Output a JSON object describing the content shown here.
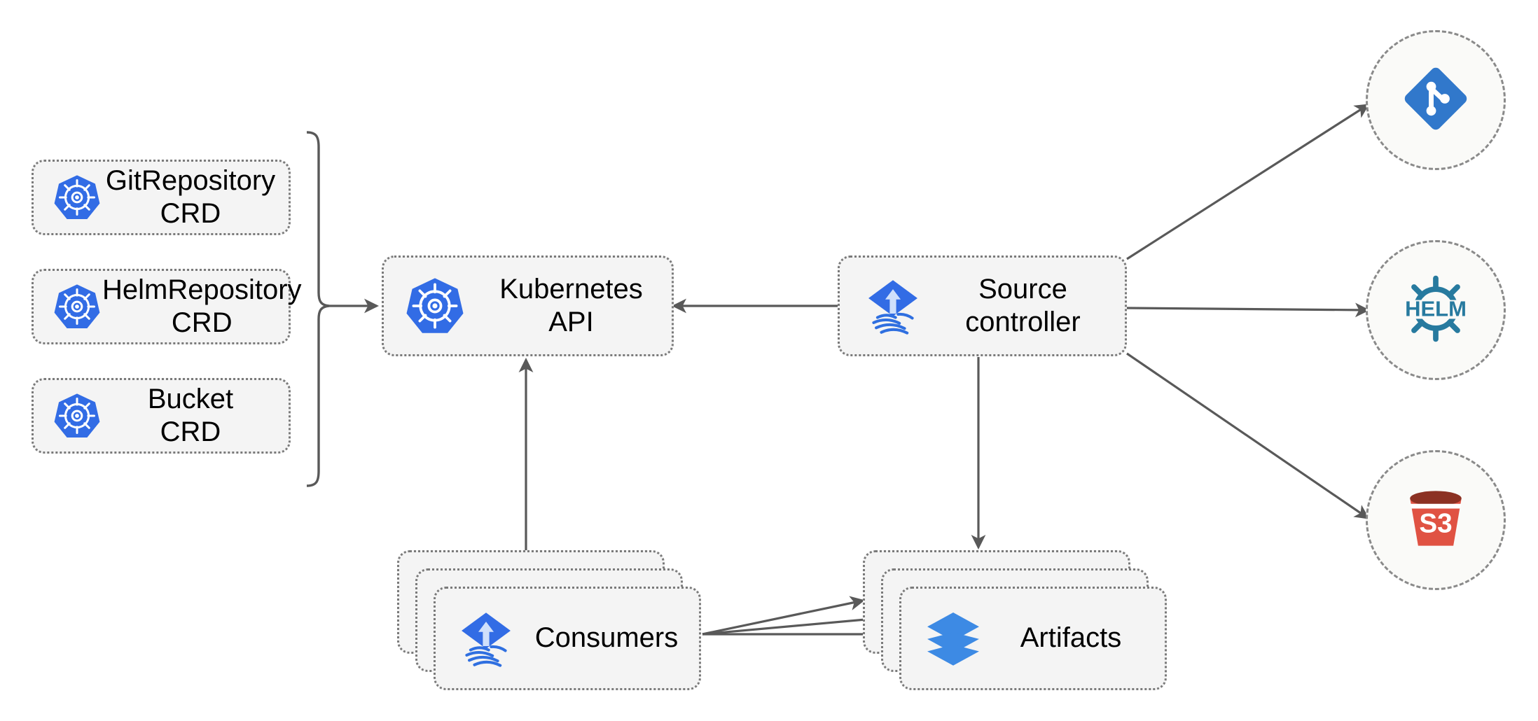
{
  "diagram": {
    "title": "Flux Source Controller architecture",
    "background_color": "#ffffff",
    "node_fill": "#f4f4f4",
    "node_border_color": "#7a7a7a",
    "edge_color": "#595959",
    "kubernetes_blue": "#326ce5",
    "flux_blue": "#326ce5",
    "artifact_blue": "#3d8ae4",
    "helm_teal": "#277a9f",
    "s3_red": "#e05243",
    "s3_dark": "#8c3123"
  },
  "crds": [
    {
      "id": "gitrepository",
      "label": "GitRepository\nCRD",
      "icon": "kubernetes-icon"
    },
    {
      "id": "helmrepository",
      "label": "HelmRepository\nCRD",
      "icon": "kubernetes-icon"
    },
    {
      "id": "bucket",
      "label": "Bucket\nCRD",
      "icon": "kubernetes-icon"
    }
  ],
  "nodes": {
    "kubernetes_api": {
      "label": "Kubernetes API",
      "icon": "kubernetes-icon"
    },
    "source_controller": {
      "label": "Source\ncontroller",
      "icon": "flux-icon"
    },
    "consumers": {
      "label": "Consumers",
      "icon": "flux-icon",
      "stack_count": 3
    },
    "artifacts": {
      "label": "Artifacts",
      "icon": "layers-icon",
      "stack_count": 3
    }
  },
  "backends": [
    {
      "id": "git",
      "icon": "git-icon",
      "label": ""
    },
    {
      "id": "helm",
      "icon": "helm-icon",
      "label": "HELM"
    },
    {
      "id": "s3",
      "icon": "s3-icon",
      "label": "S3"
    }
  ],
  "edges": [
    {
      "from": "crd-group-brace",
      "to": "kubernetes-api",
      "style": "solid-arrow"
    },
    {
      "from": "source-controller",
      "to": "kubernetes-api",
      "style": "solid-arrow"
    },
    {
      "from": "consumers",
      "to": "kubernetes-api",
      "style": "solid-arrow"
    },
    {
      "from": "source-controller",
      "to": "artifacts",
      "style": "solid-arrow"
    },
    {
      "from": "source-controller",
      "to": "git",
      "style": "solid-arrow"
    },
    {
      "from": "source-controller",
      "to": "helm",
      "style": "solid-arrow"
    },
    {
      "from": "source-controller",
      "to": "s3",
      "style": "solid-arrow"
    },
    {
      "from": "consumers",
      "to": "artifacts",
      "style": "solid-arrow",
      "count": 3
    }
  ]
}
